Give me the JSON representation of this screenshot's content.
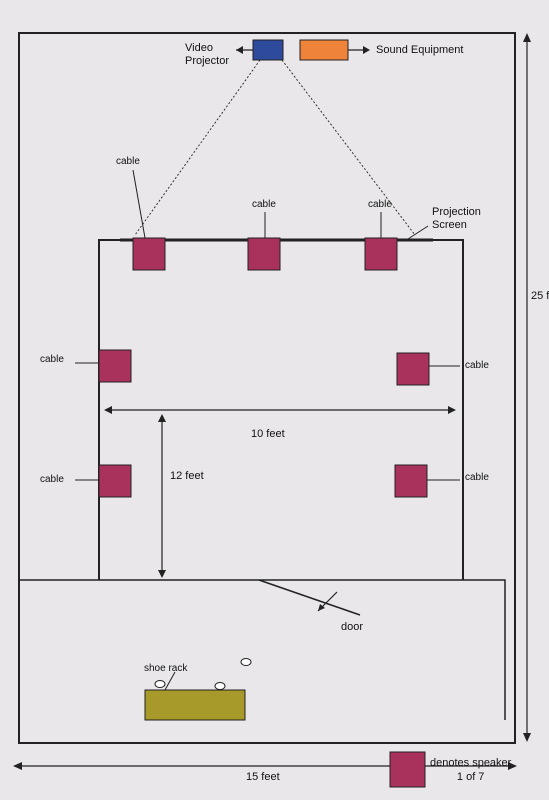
{
  "labels": {
    "video_projector": "Video\nProjector",
    "sound_equipment": "Sound Equipment",
    "projection_screen": "Projection\nScreen",
    "cable": "cable",
    "width_inner": "10 feet",
    "height_inner": "12 feet",
    "door": "door",
    "shoe_rack": "shoe rack",
    "width_room": "15 feet",
    "height_room": "25 f",
    "legend": "denotes speaker\n1 of 7"
  },
  "colors": {
    "speaker": "#a8325c",
    "projector": "#2d4a9c",
    "sound_equipment": "#f0833a",
    "shoe_rack": "#a79a2a",
    "line": "#1a1a1a"
  }
}
